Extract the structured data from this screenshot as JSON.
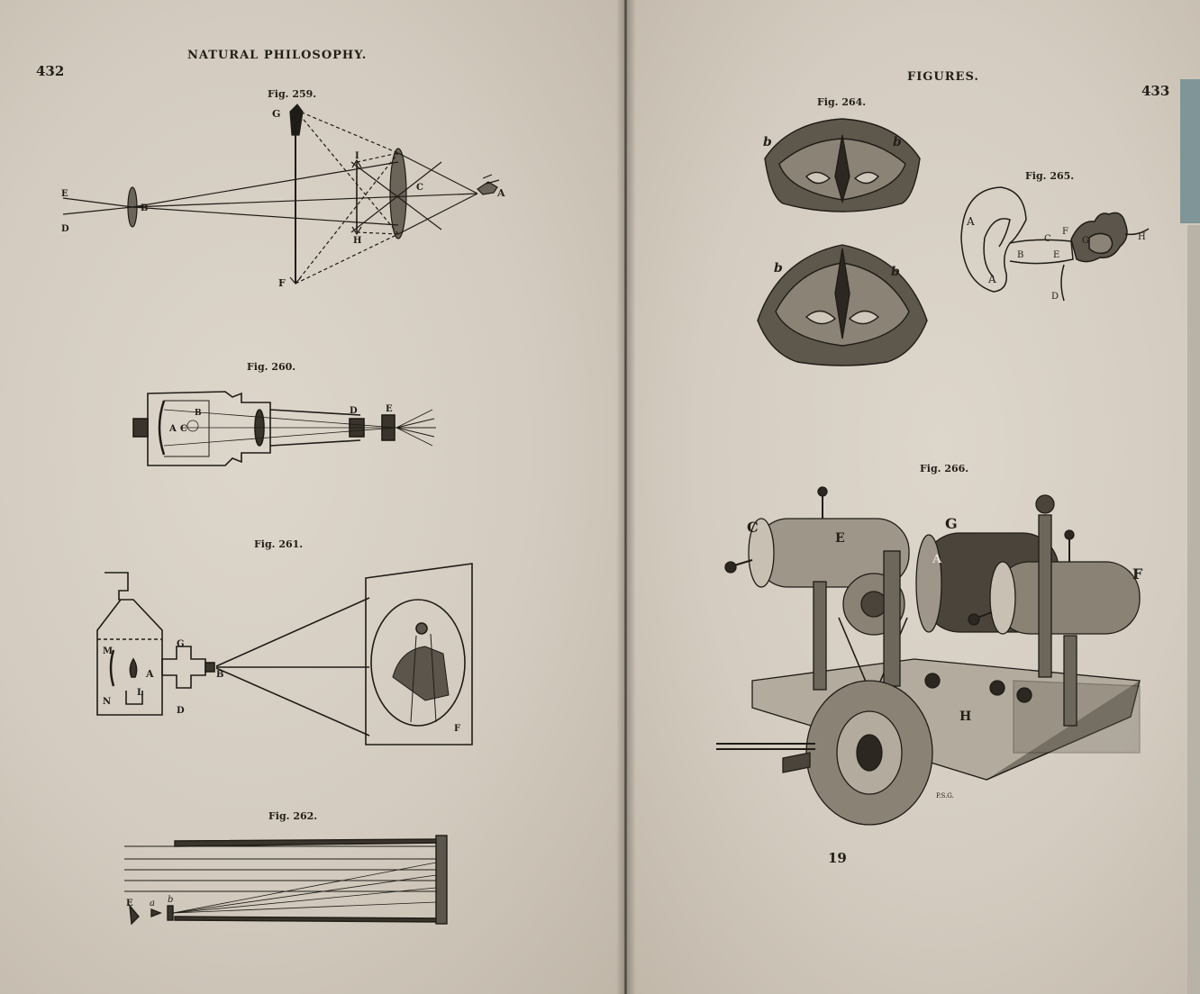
{
  "left_page": {
    "page_number": "432",
    "running_head": "NATURAL PHILOSOPHY.",
    "figures": [
      {
        "caption": "Fig. 259.",
        "labels": [
          "G",
          "F",
          "E",
          "D",
          "B",
          "I",
          "H",
          "C",
          "A"
        ]
      },
      {
        "caption": "Fig. 260.",
        "labels": [
          "A",
          "C",
          "B",
          "D",
          "E"
        ]
      },
      {
        "caption": "Fig. 261.",
        "labels": [
          "M",
          "L",
          "N",
          "A",
          "G",
          "D",
          "B",
          "F"
        ]
      },
      {
        "caption": "Fig. 262.",
        "labels": [
          "E",
          "a",
          "b"
        ]
      }
    ]
  },
  "right_page": {
    "page_number": "433",
    "running_head": "FIGURES.",
    "figures": [
      {
        "caption": "Fig. 264.",
        "labels": [
          "b",
          "b",
          "b",
          "b"
        ]
      },
      {
        "caption": "Fig. 265.",
        "labels": [
          "A",
          "A",
          "B",
          "C",
          "F",
          "G",
          "E",
          "D",
          "H"
        ]
      },
      {
        "caption": "Fig. 266.",
        "labels": [
          "C",
          "E",
          "G",
          "A",
          "F",
          "H"
        ],
        "engraver": "P.S.G."
      }
    ],
    "signature_mark": "19"
  },
  "colors": {
    "paper": "#d8d0c4",
    "ink": "#232019",
    "gutter": "#3d362e"
  }
}
